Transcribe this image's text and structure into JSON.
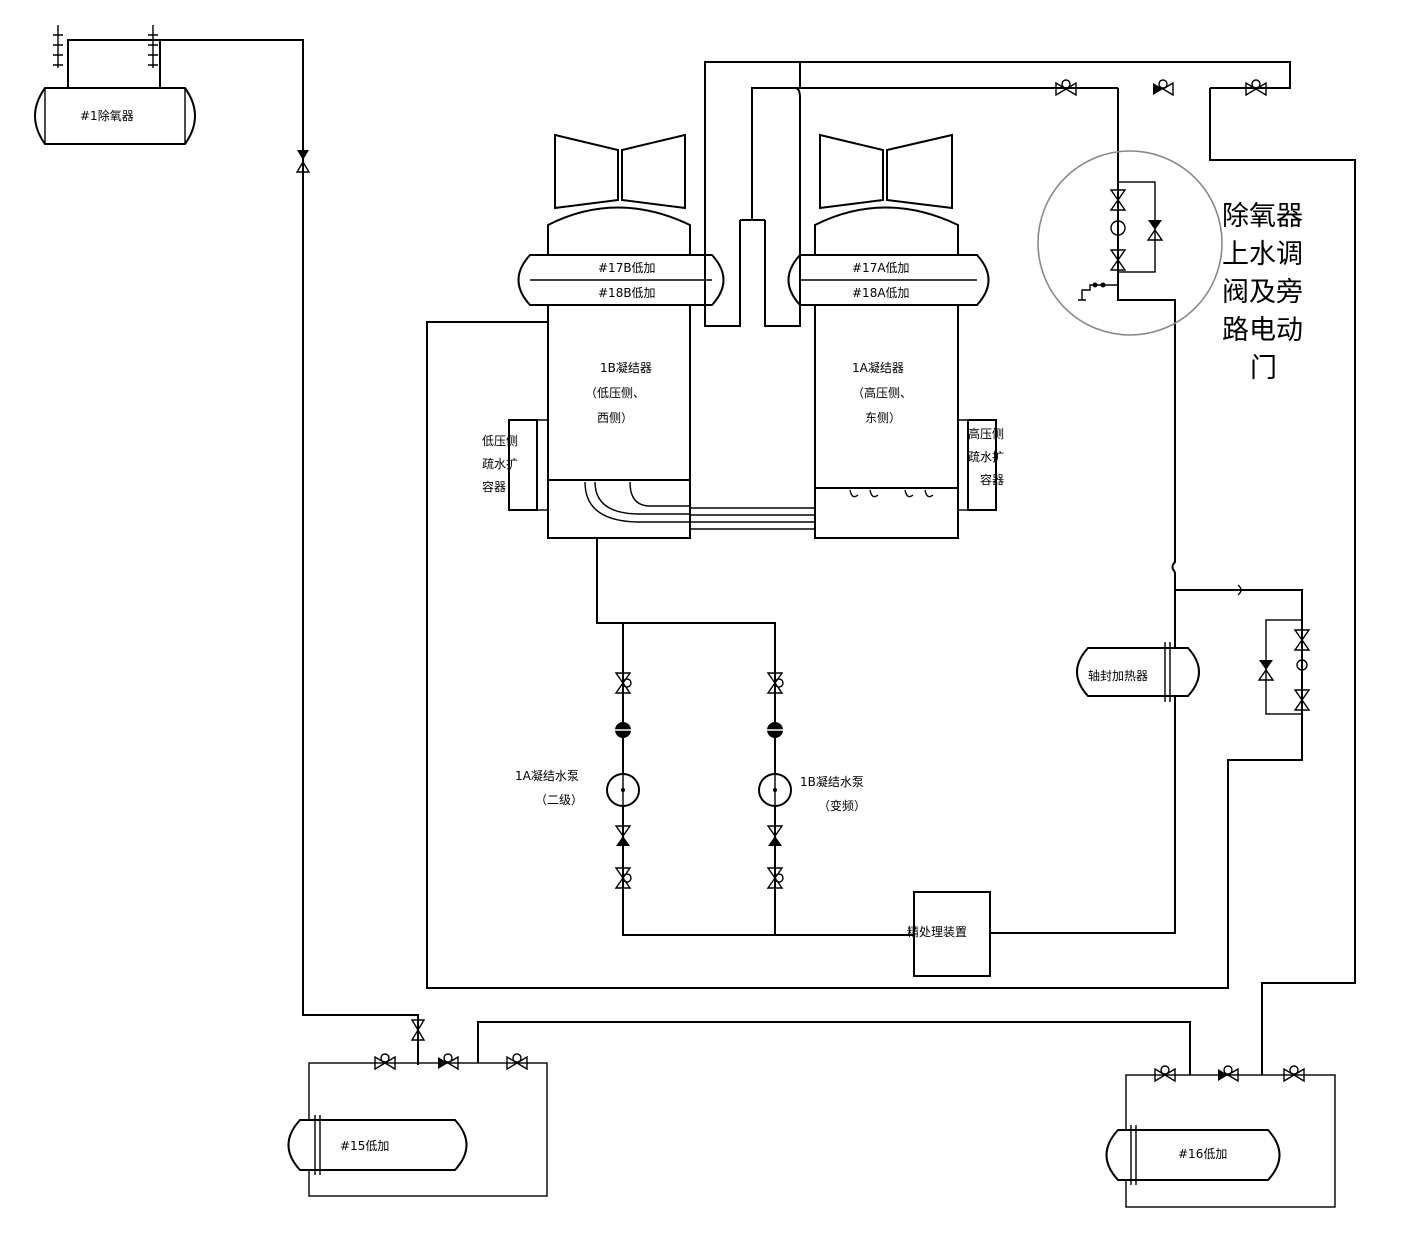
{
  "labels": {
    "deaerator": "#1除氧器",
    "lp17b": "#17B低加",
    "lp18b": "#18B低加",
    "lp17a": "#17A低加",
    "lp18a": "#18A低加",
    "cond_b_l1": "1B凝结器",
    "cond_b_l2": "（低压侧、",
    "cond_b_l3": "西侧）",
    "cond_a_l1": "1A凝结器",
    "cond_a_l2": "（高压侧、",
    "cond_a_l3": "东侧）",
    "flash_lp_l1": "低压侧",
    "flash_lp_l2": "疏水扩",
    "flash_lp_l3": "容器",
    "flash_hp_l1": "高压侧",
    "flash_hp_l2": "疏水扩",
    "flash_hp_l3": "容器",
    "pump_a_l1": "1A凝结水泵",
    "pump_a_l2": "（二级）",
    "pump_b_l1": "1B凝结水泵",
    "pump_b_l2": "（变频）",
    "fine_treat": "精处理装置",
    "gland_heater": "轴封加热器",
    "lp15": "#15低加",
    "lp16": "#16低加",
    "callout_l1": "除氧器",
    "callout_l2": "上水调",
    "callout_l3": "阀及旁",
    "callout_l4": "路电动",
    "callout_l5": "门"
  }
}
